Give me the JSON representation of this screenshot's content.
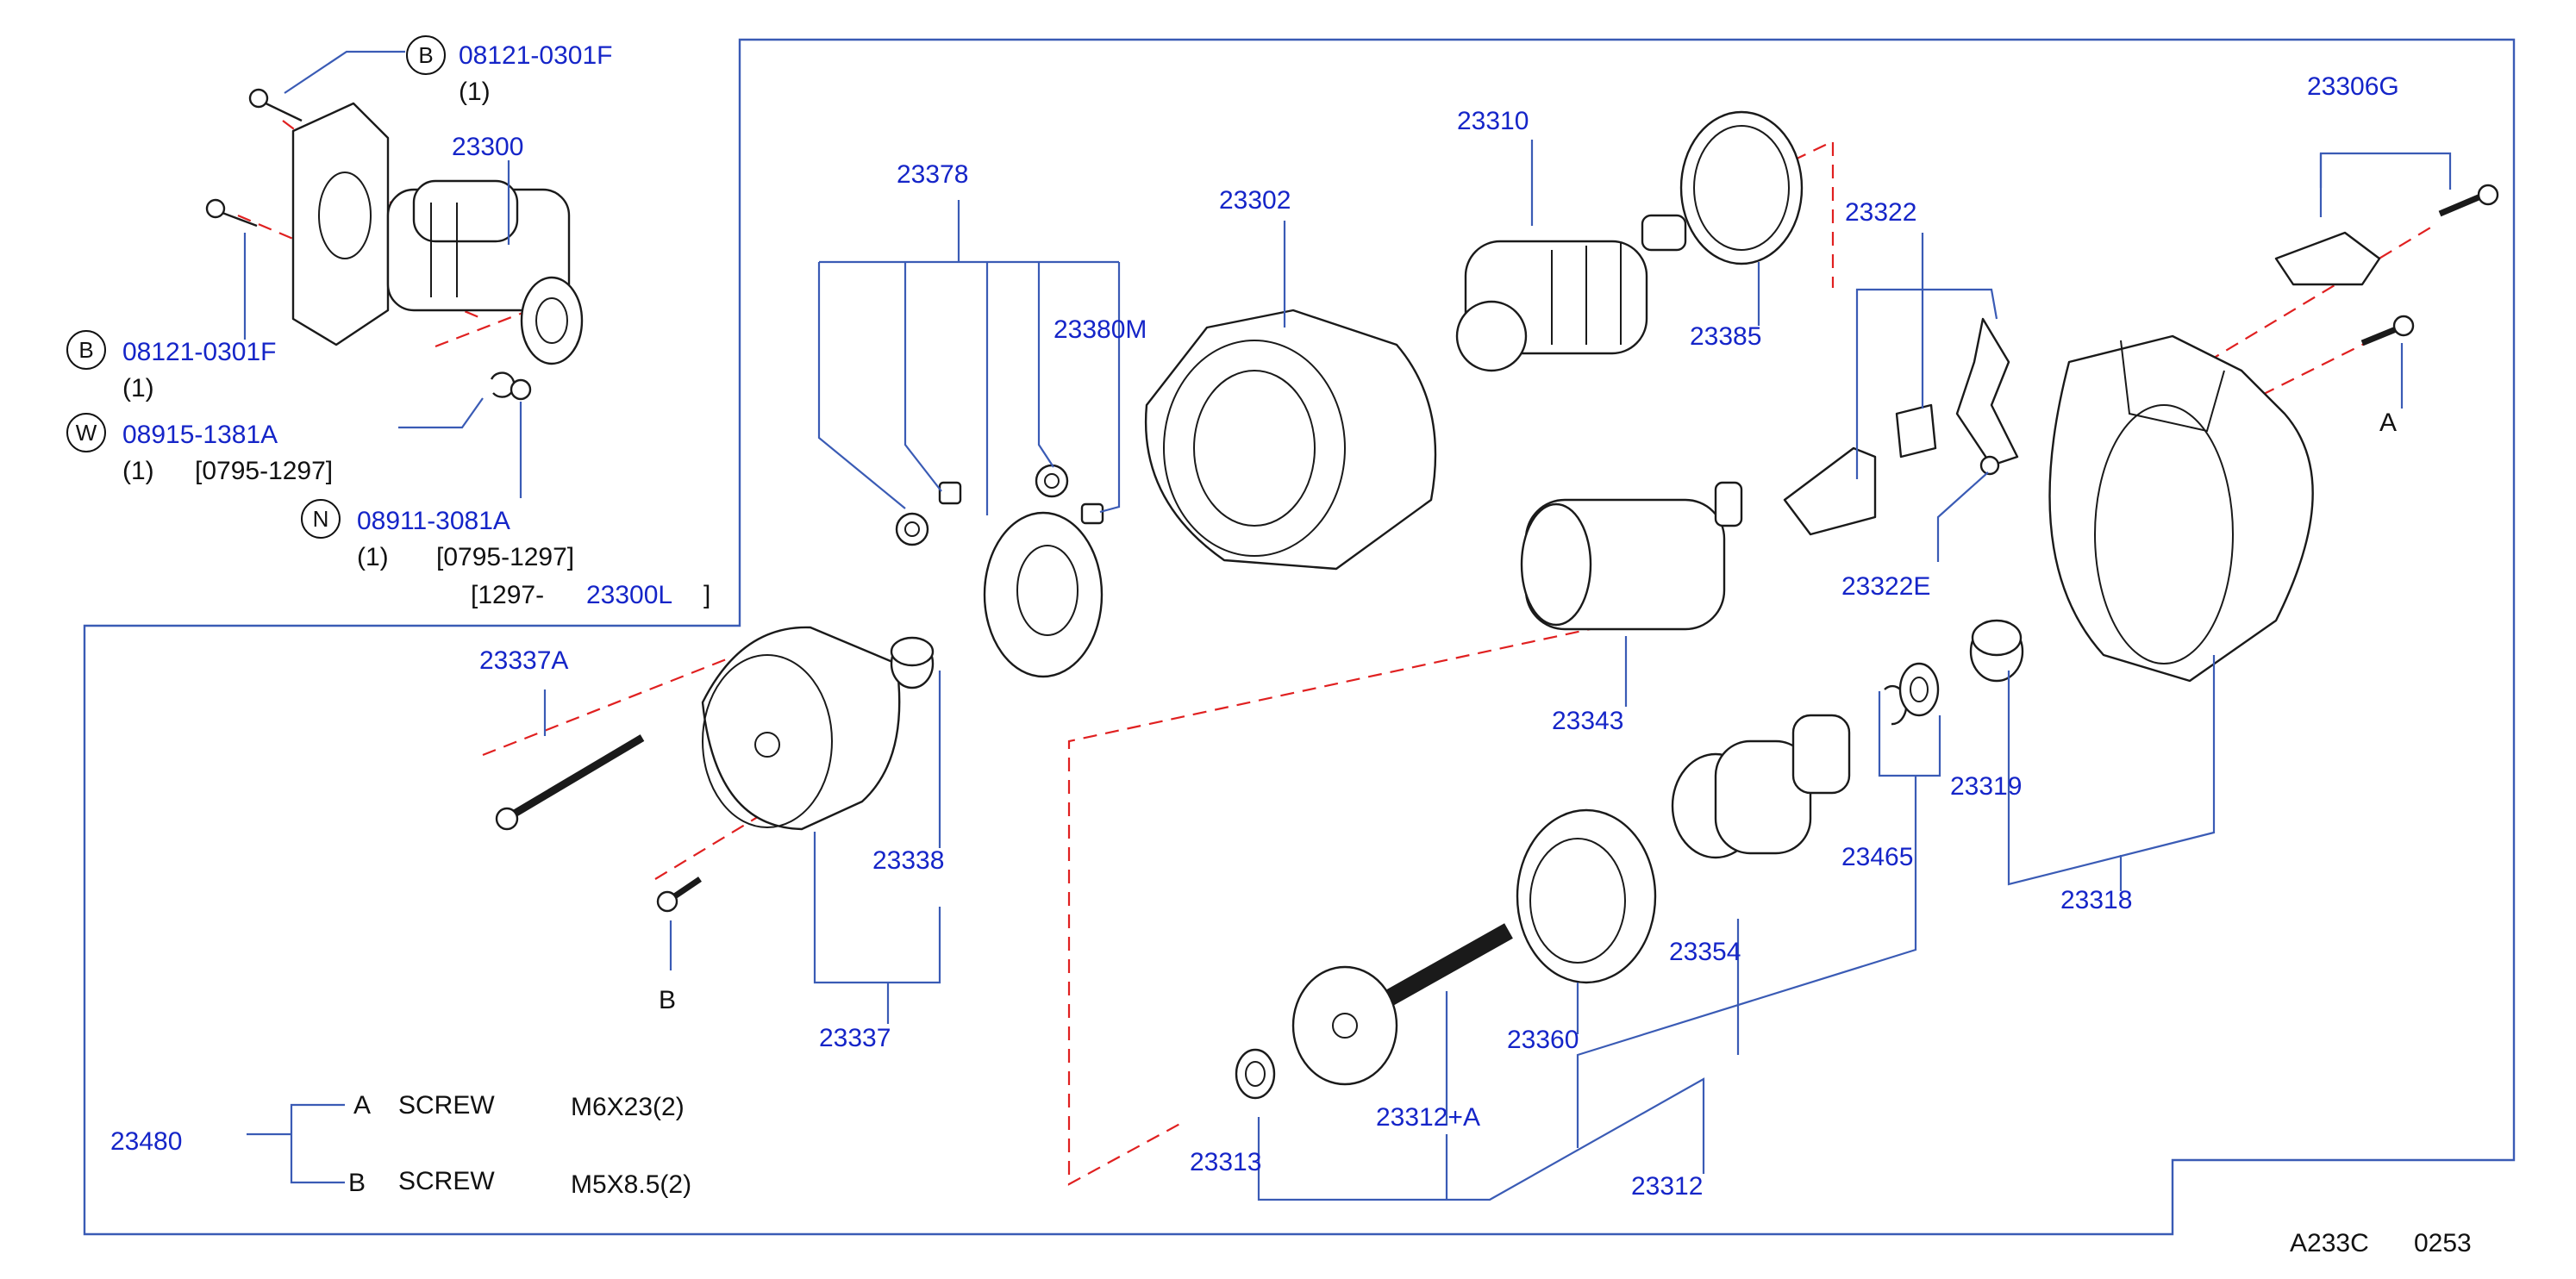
{
  "callouts": {
    "p_08121_0301F_top": "08121-0301F",
    "q1_top": "(1)",
    "p_23300": "23300",
    "p_08121_0301F_mid": "08121-0301F",
    "q1_mid": "(1)",
    "p_08915_1381A": "08915-1381A",
    "q1_w": "(1)",
    "range_w": "[0795-1297]",
    "p_08911_3081A": "08911-3081A",
    "q1_n": "(1)",
    "range_n": "[0795-1297]",
    "range_n2_open": "[1297-",
    "p_23300L": "23300L",
    "range_n2_close": "]",
    "p_23378": "23378",
    "p_23302": "23302",
    "p_23310": "23310",
    "p_23385": "23385",
    "p_23322": "23322",
    "p_23306G": "23306G",
    "p_23380M": "23380M",
    "p_23322E": "23322E",
    "letter_A_right": "A",
    "p_23337A": "23337A",
    "p_23338": "23338",
    "letter_B_bolt": "B",
    "p_23337": "23337",
    "p_23343": "23343",
    "p_23319": "23319",
    "p_23465": "23465",
    "p_23318": "23318",
    "p_23354": "23354",
    "p_23360": "23360",
    "p_23312_A": "23312+A",
    "p_23313": "23313",
    "p_23312": "23312",
    "p_23480": "23480"
  },
  "circled_letters": {
    "b_top": "B",
    "b_mid": "B",
    "w": "W",
    "n": "N"
  },
  "legend": {
    "row_a_letter": "A",
    "row_a_name": "SCREW",
    "row_a_spec": "M6X23(2)",
    "row_b_letter": "B",
    "row_b_name": "SCREW",
    "row_b_spec": "M5X8.5(2)"
  },
  "footer": {
    "code": "A233C",
    "number": "0253"
  },
  "colors": {
    "part_number_text": "#1525c8",
    "leader_lines": "#3a5bb5",
    "hidden_axis_lines": "#e02020",
    "drawing": "#1a1a1a"
  }
}
